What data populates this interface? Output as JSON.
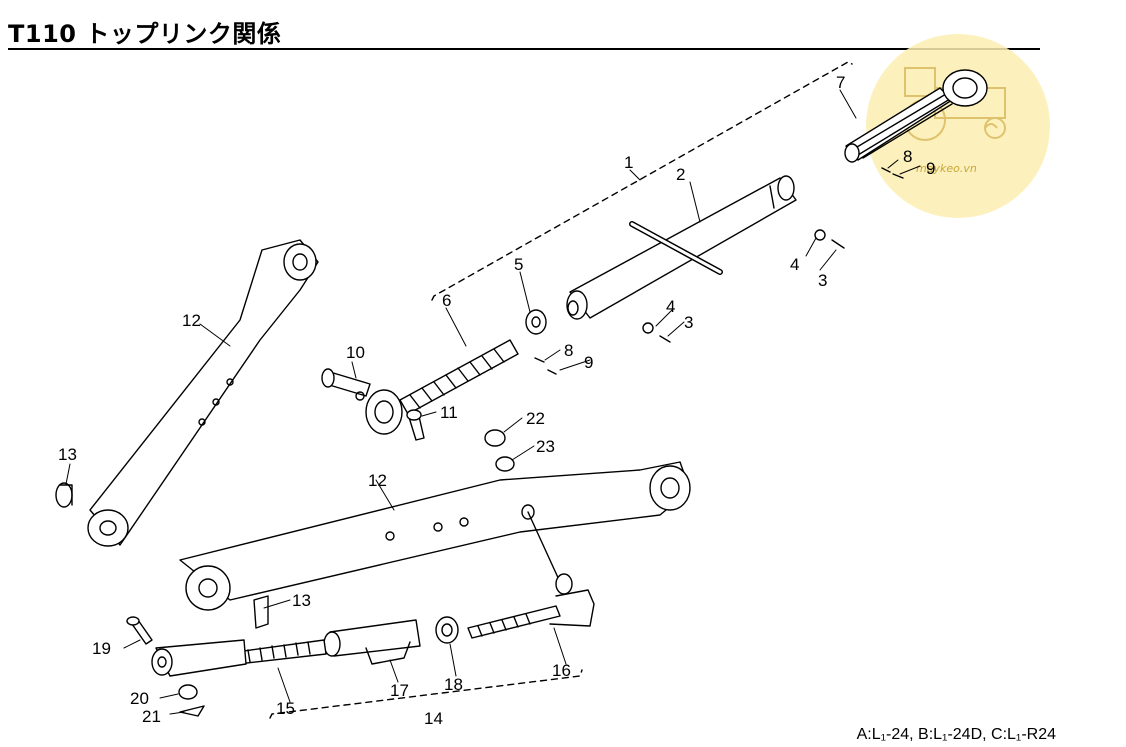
{
  "title": "T110 トップリンク関係",
  "footer_note": "A:L₁-24,  B:L₁-24D,  C:L₁-R24",
  "watermark": {
    "text": "maykeo.vn",
    "circle_color": "#fbeeb0"
  },
  "callouts": [
    {
      "id": "c1",
      "text": "1"
    },
    {
      "id": "c2",
      "text": "2"
    },
    {
      "id": "c3a",
      "text": "3"
    },
    {
      "id": "c3b",
      "text": "3"
    },
    {
      "id": "c4a",
      "text": "4"
    },
    {
      "id": "c4b",
      "text": "4"
    },
    {
      "id": "c5",
      "text": "5"
    },
    {
      "id": "c6",
      "text": "6"
    },
    {
      "id": "c7",
      "text": "7"
    },
    {
      "id": "c8a",
      "text": "8"
    },
    {
      "id": "c8b",
      "text": "8"
    },
    {
      "id": "c9a",
      "text": "9"
    },
    {
      "id": "c9b",
      "text": "9"
    },
    {
      "id": "c10",
      "text": "10"
    },
    {
      "id": "c11",
      "text": "11"
    },
    {
      "id": "c12a",
      "text": "12"
    },
    {
      "id": "c12b",
      "text": "12"
    },
    {
      "id": "c13a",
      "text": "13"
    },
    {
      "id": "c13b",
      "text": "13"
    },
    {
      "id": "c14",
      "text": "14"
    },
    {
      "id": "c15",
      "text": "15"
    },
    {
      "id": "c16",
      "text": "16"
    },
    {
      "id": "c17",
      "text": "17"
    },
    {
      "id": "c18",
      "text": "18"
    },
    {
      "id": "c19",
      "text": "19"
    },
    {
      "id": "c20",
      "text": "20"
    },
    {
      "id": "c21",
      "text": "21"
    },
    {
      "id": "c22",
      "text": "22"
    },
    {
      "id": "c23",
      "text": "23"
    }
  ]
}
